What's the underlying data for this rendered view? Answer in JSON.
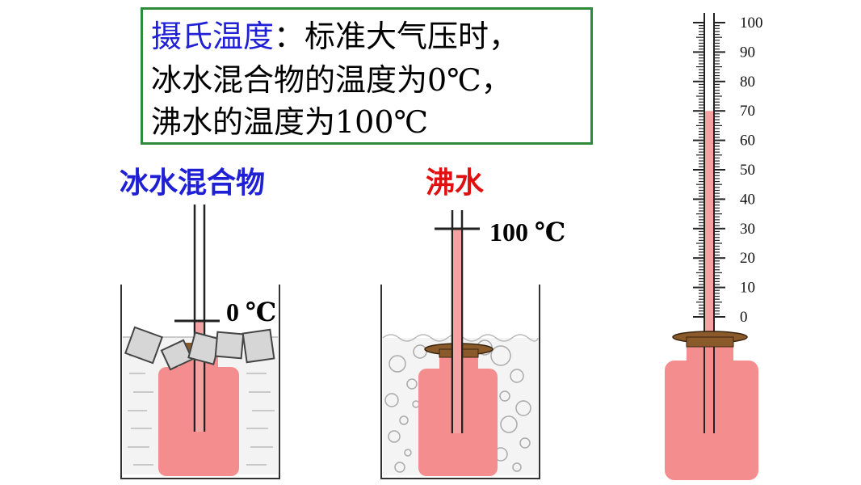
{
  "definition": {
    "term": "摄氏温度",
    "line1_rest": "：标准大气压时，",
    "line2": "冰水混合物的温度为0℃，",
    "line3": "沸水的温度为100℃"
  },
  "labels": {
    "ice_water": "冰水混合物",
    "boiling_water": "沸水"
  },
  "markers": {
    "ice_mark": "0 ℃",
    "boiling_mark": "100 ℃"
  },
  "scale": {
    "ticks": [
      "100",
      "90",
      "80",
      "70",
      "60",
      "50",
      "40",
      "30",
      "20",
      "10",
      "0"
    ],
    "liquid_level": 70
  },
  "colors": {
    "liquid": "#f4a3a3",
    "flask": "#f48e8e",
    "stopper": "#8b5a2b",
    "box_border": "#2e8b3a",
    "term_color": "#1f1fd6",
    "ice_label_color": "#1f1fd6",
    "boil_label_color": "#e01010"
  }
}
